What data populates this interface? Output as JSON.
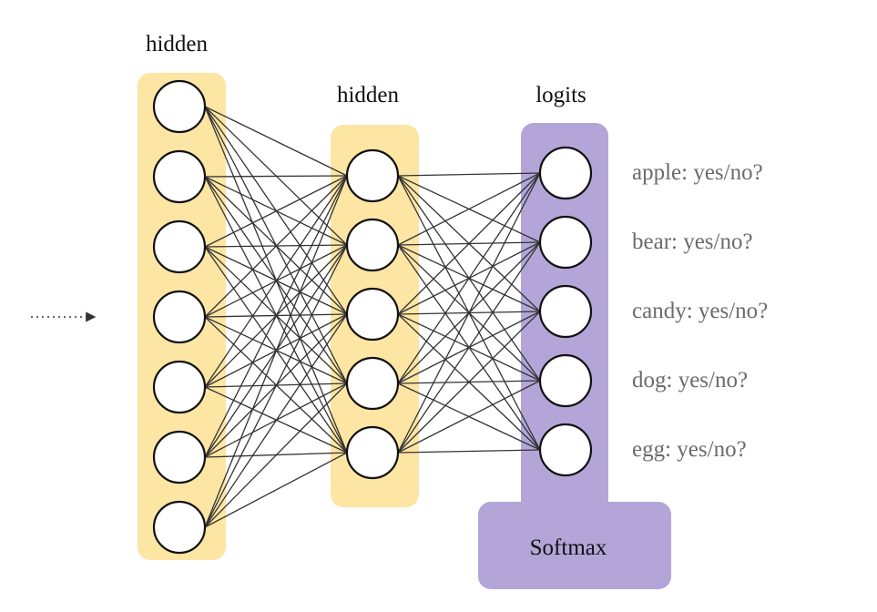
{
  "layers": [
    {
      "title": "hidden",
      "nodes": 7,
      "color": "#fde5a3"
    },
    {
      "title": "hidden",
      "nodes": 5,
      "color": "#fde5a3"
    },
    {
      "title": "logits",
      "nodes": 5,
      "color": "#b3a5d8"
    }
  ],
  "softmax": {
    "label": "Softmax",
    "color": "#b3a5d8"
  },
  "outputs": [
    "apple: yes/no?",
    "bear: yes/no?",
    "candy: yes/no?",
    "dog: yes/no?",
    "egg: yes/no?"
  ],
  "colors": {
    "hidden": "#fde5a3",
    "logits": "#b3a5d8",
    "edge": "#333333",
    "output_text": "#6b6b6b"
  }
}
